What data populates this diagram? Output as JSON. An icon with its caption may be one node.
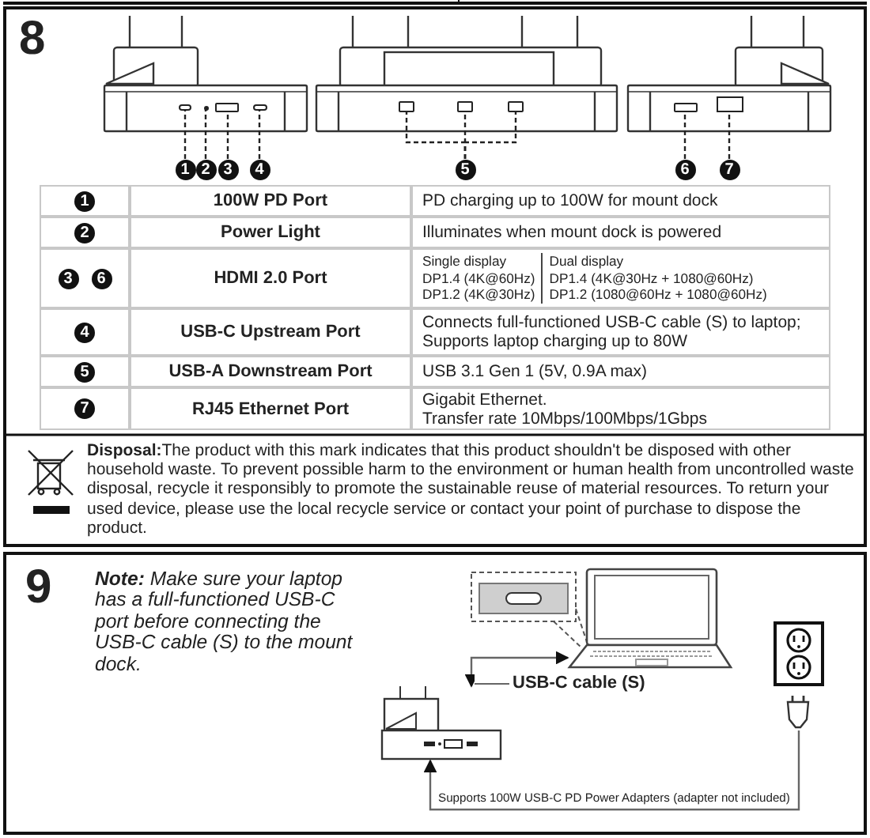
{
  "diagram": {
    "nodes": [
      {
        "text": [
          "1"
        ]
      },
      {
        "text": [
          "2"
        ]
      },
      {
        "text": [
          "3"
        ]
      },
      {
        "text": [
          "4"
        ]
      },
      {
        "text": [
          "5"
        ]
      },
      {
        "text": [
          "6"
        ]
      },
      {
        "text": [
          "7"
        ]
      },
      {
        "text": [],
        "shape": "box"
      },
      {
        "text": [],
        "shape": "circle"
      },
      {
        "text": [],
        "shape": "box"
      },
      {
        "text": [],
        "shape": "box"
      },
      {
        "text": [],
        "shape": "box"
      },
      {
        "text": [],
        "shape": "box"
      },
      {
        "text": [],
        "shape": "box"
      },
      {
        "text": [],
        "shape": "box"
      },
      {
        "text": [],
        "shape": "box"
      },
      {
        "text": [
          "1"
        ]
      },
      {
        "text": [
          "2"
        ]
      },
      {
        "text": [
          "3"
        ]
      },
      {
        "text": [
          "6"
        ]
      },
      {
        "text": [
          "4"
        ]
      },
      {
        "text": [
          "5"
        ]
      },
      {
        "text": [
          "7"
        ]
      },
      {
        "text": [],
        "shape": "laptop"
      },
      {
        "text": [],
        "shape": "dock"
      },
      {
        "text": [],
        "shape": "outlet"
      }
    ],
    "edges": [
      {
        "from": 0,
        "to": 7,
        "arrow": "none",
        "style": "dashed"
      },
      {
        "from": 1,
        "to": 8,
        "arrow": "none",
        "style": "dashed"
      },
      {
        "from": 2,
        "to": 9,
        "arrow": "none",
        "style": "dashed"
      },
      {
        "from": 3,
        "to": 10,
        "arrow": "none",
        "style": "dashed"
      },
      {
        "from": 4,
        "to": 11,
        "arrow": "none",
        "style": "dashed"
      },
      {
        "from": 4,
        "to": 12,
        "arrow": "none",
        "style": "dashed"
      },
      {
        "from": 4,
        "to": 13,
        "arrow": "none",
        "style": "dashed"
      },
      {
        "from": 5,
        "to": 14,
        "arrow": "none",
        "style": "dashed"
      },
      {
        "from": 6,
        "to": 15,
        "arrow": "none",
        "style": "dashed"
      },
      {
        "from": 24,
        "to": 23,
        "arrow": "both",
        "label": "USB-C cable (S)",
        "color": "#666666"
      },
      {
        "from": 25,
        "to": 24,
        "arrow": "to",
        "label": "Supports 100W USB-C PD Power Adapters (adapter not included)",
        "color": "#666666"
      }
    ],
    "labels": [
      "8",
      "100W PD Port",
      "PD charging up to 100W for mount dock",
      "Power Light",
      "Illuminates when mount dock is powered",
      "HDMI 2.0 Port",
      "Single display",
      "Dual display",
      "DP1.4 (4K@60Hz)",
      "DP1.4 (4K@30Hz + 1080@60Hz)",
      "DP1.2 (4K@30Hz)",
      "DP1.2 (1080@60Hz + 1080@60Hz)",
      "USB-C Upstream Port",
      "Connects full-functioned USB-C cable (S) to laptop; Supports laptop charging up to 80W",
      "USB-A Downstream Port",
      "USB 3.1 Gen 1 (5V, 0.9A max)",
      "RJ45 Ethernet Port",
      "Gigabit Ethernet.",
      "Transfer rate 10Mbps/100Mbps/1Gbps",
      "**Disposal:**The product with this mark indicates that this product shouldn't be disposed with other household waste. To prevent possible harm to the environment or human health from uncontrolled waste disposal, recycle it responsibly to promote the sustainable reuse of material resources. To return your used device, please use the local recycle service or contact your point of purchase to dispose the product.",
      "9",
      "**Note:** Make sure your laptop has a full-functioned USB-C port before connecting the USB-C cable (S) to the mount dock."
    ]
  }
}
